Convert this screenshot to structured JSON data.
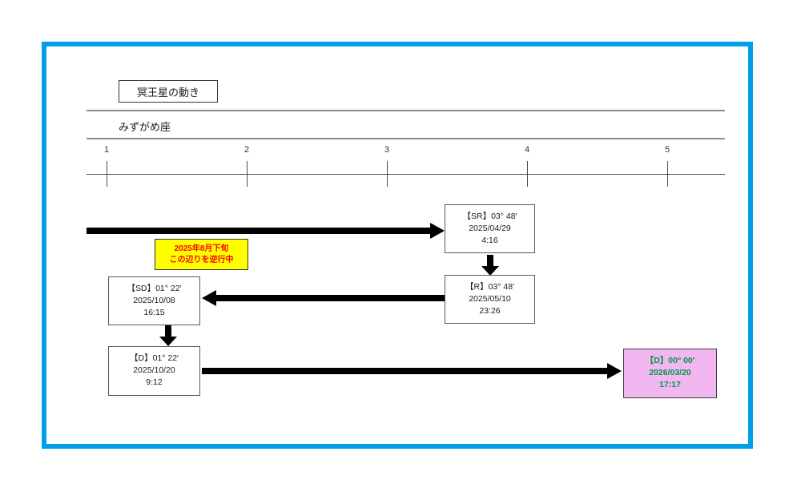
{
  "colors": {
    "frame": "#00A0E9",
    "note_bg": "#FFFF00",
    "note_text": "#FF0000",
    "final_box_bg": "#F2B6F0",
    "final_box_text": "#009944",
    "arrow": "#000000"
  },
  "title": "冥王星の動き",
  "sign": "みずがめ座",
  "axis": {
    "ticks": [
      "1",
      "2",
      "3",
      "4",
      "5"
    ]
  },
  "note": {
    "line1": "2025年8月下旬",
    "line2": "この辺りを逆行中"
  },
  "events": [
    {
      "id": "SR",
      "title": "【SR】03° 48′",
      "date": "2025/04/29",
      "time": "4:16"
    },
    {
      "id": "R",
      "title": "【R】03° 48′",
      "date": "2025/05/10",
      "time": "23:26"
    },
    {
      "id": "SD",
      "title": "【SD】01° 22′",
      "date": "2025/10/08",
      "time": "16:15"
    },
    {
      "id": "D",
      "title": "【D】01° 22′",
      "date": "2025/10/20",
      "time": "9:12"
    },
    {
      "id": "D-final",
      "title": "【D】00° 00′",
      "date": "2026/03/20",
      "time": "17:17"
    }
  ]
}
